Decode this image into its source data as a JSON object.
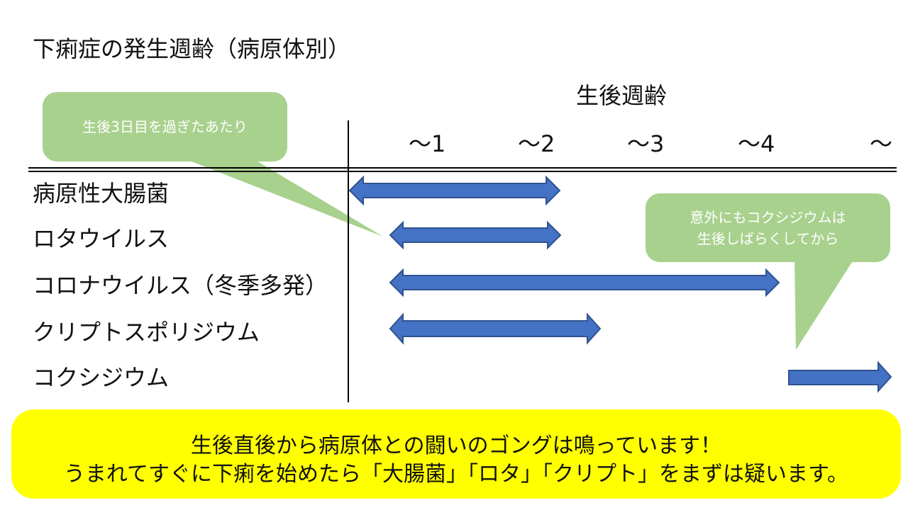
{
  "title": "下痢症の発生週齢（病原体別）",
  "axis_title": "生後週齢",
  "ticks": [
    "～1",
    "～2",
    "～3",
    "～4",
    "～"
  ],
  "rows": [
    {
      "label": "病原性大腸菌"
    },
    {
      "label": "ロタウイルス"
    },
    {
      "label": "コロナウイルス（冬季多発）"
    },
    {
      "label": "クリプトスポリジウム"
    },
    {
      "label": "コクシジウム"
    }
  ],
  "callout_left": {
    "text": "生後3日目を過ぎたあたり"
  },
  "callout_right": {
    "line1": "意外にもコクシジウムは",
    "line2": "生後しばらくしてから"
  },
  "bottom": {
    "line1": "生後直後から病原体との闘いのゴングは鳴っています！",
    "line2": "うまれてすぐに下痢を始めたら「大腸菌」「ロタ」「クリプト」をまずは疑います。"
  },
  "colors": {
    "arrow_fill": "#4472c4",
    "arrow_stroke": "#2f528f",
    "callout_fill": "#a9d18e",
    "bottom_fill": "#ffff00"
  }
}
